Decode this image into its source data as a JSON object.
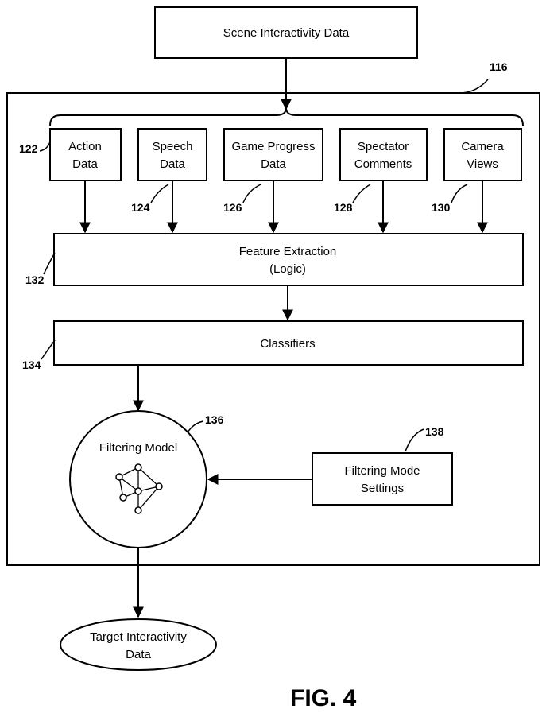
{
  "scene_interactivity_data": {
    "label": "Scene Interactivity Data"
  },
  "container": {
    "ref": "116"
  },
  "inputs": [
    {
      "line1": "Action",
      "line2": "Data",
      "ref": "122"
    },
    {
      "line1": "Speech",
      "line2": "Data",
      "ref": "124"
    },
    {
      "line1": "Game Progress",
      "line2": "Data",
      "ref": "126"
    },
    {
      "line1": "Spectator",
      "line2": "Comments",
      "ref": "128"
    },
    {
      "line1": "Camera",
      "line2": "Views",
      "ref": "130"
    }
  ],
  "feature_extraction": {
    "line1": "Feature Extraction",
    "line2": "(Logic)",
    "ref": "132"
  },
  "classifiers": {
    "label": "Classifiers",
    "ref": "134"
  },
  "filtering_model": {
    "label": "Filtering Model",
    "ref": "136"
  },
  "filtering_mode_settings": {
    "line1": "Filtering Mode",
    "line2": "Settings",
    "ref": "138"
  },
  "target_interactivity_data": {
    "line1": "Target Interactivity",
    "line2": "Data"
  },
  "figure_label": "FIG. 4"
}
